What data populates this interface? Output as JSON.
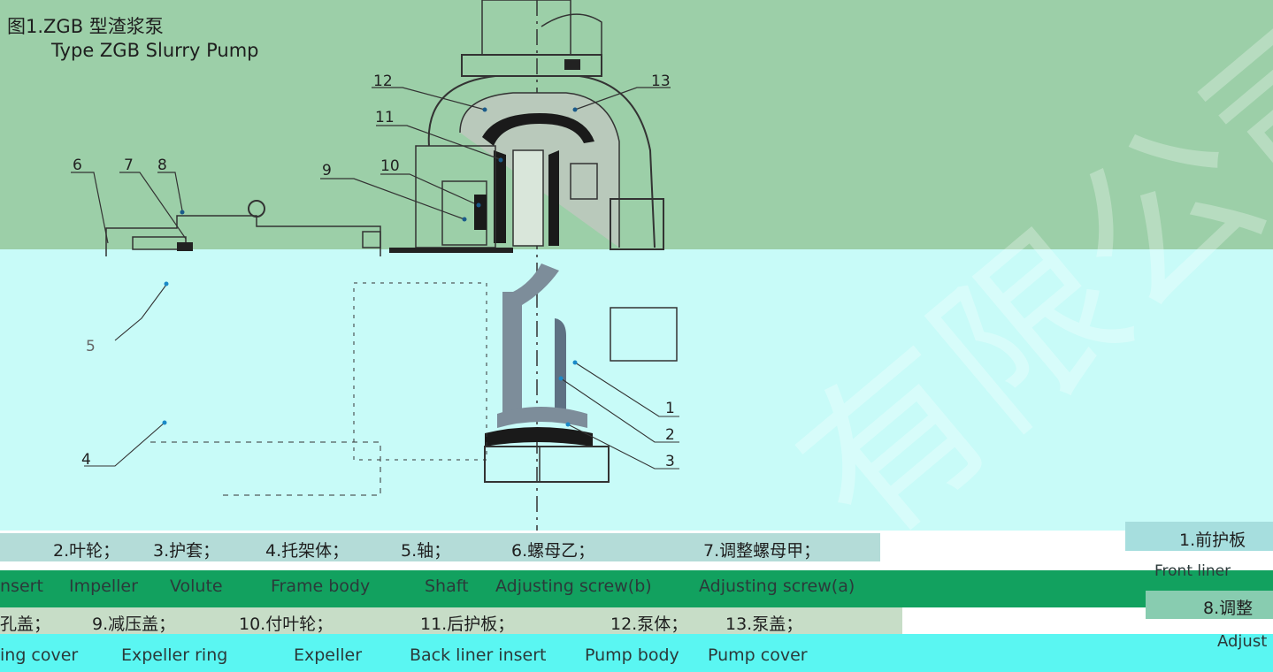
{
  "title": {
    "cn": "图1.ZGB 型渣浆泵",
    "en": "Type ZGB Slurry Pump"
  },
  "callouts": [
    "1",
    "2",
    "3",
    "4",
    "5",
    "6",
    "7",
    "8",
    "9",
    "10",
    "11",
    "12",
    "13"
  ],
  "legend_cn": {
    "l1": [
      "2.叶轮；",
      "3.护套；",
      "4.托架体；",
      "5.轴；",
      "6.螺母乙；",
      "7.调整螺母甲；"
    ],
    "l2": [
      "孔盖；",
      "9.减压盖；",
      "10.付叶轮；",
      "11.后护板；",
      "12.泵体；",
      "13.泵盖；"
    ],
    "right1": "1.前护板",
    "right2": "8.调整"
  },
  "legend_en": {
    "l1": [
      "nsert",
      "Impeller",
      "Volute",
      "Frame body",
      "Shaft",
      "Adjusting screw(b)",
      "Adjusting screw(a)"
    ],
    "l2": [
      "ing cover",
      "Expeller ring",
      "Expeller",
      "Back liner insert",
      "Pump body",
      "Pump cover"
    ],
    "right1": "Front liner",
    "right2": "Adjust"
  },
  "watermark": "有限公司",
  "colors": {
    "top_band": "#9ccfa8",
    "mid_band": "#c8fbf8",
    "dark_green_strip": "#12a15f",
    "cyan_strip": "#5af6f2"
  }
}
